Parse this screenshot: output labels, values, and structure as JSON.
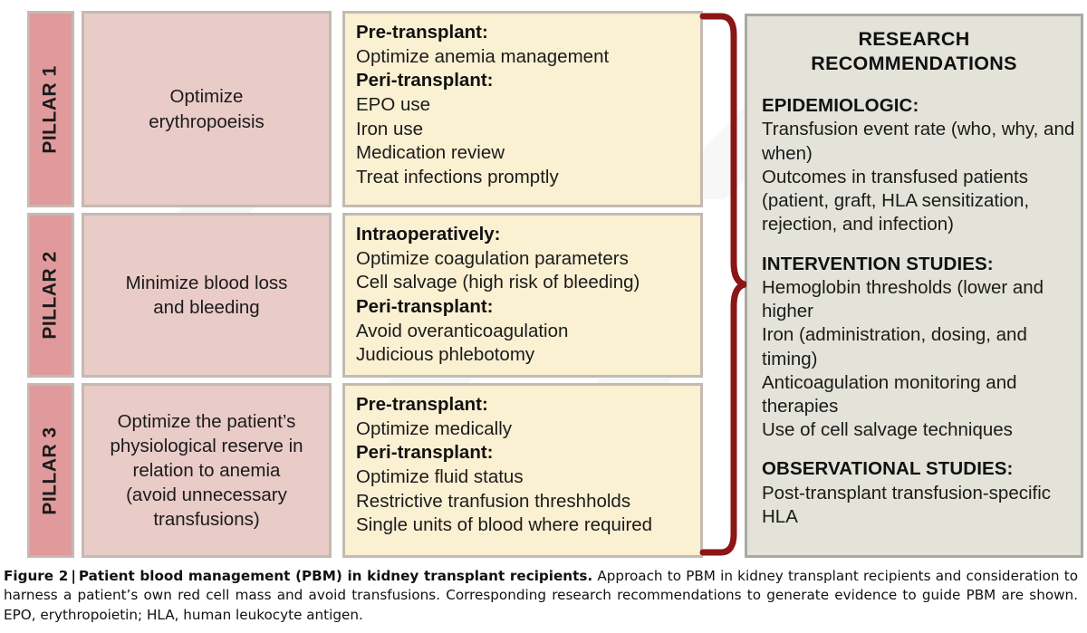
{
  "figure": {
    "pillars": [
      {
        "tab_label": "PILLAR 1",
        "summary": "Optimize\nerythropoeisis",
        "details": [
          {
            "type": "header",
            "text": "Pre-transplant:"
          },
          {
            "type": "item",
            "text": "Optimize anemia management"
          },
          {
            "type": "header",
            "text": "Peri-transplant:"
          },
          {
            "type": "item",
            "text": "EPO use"
          },
          {
            "type": "item",
            "text": "Iron use"
          },
          {
            "type": "item",
            "text": "Medication review"
          },
          {
            "type": "item",
            "text": "Treat infections promptly"
          }
        ]
      },
      {
        "tab_label": "PILLAR 2",
        "summary": "Minimize blood loss\nand bleeding",
        "details": [
          {
            "type": "header",
            "text": "Intraoperatively:"
          },
          {
            "type": "item",
            "text": "Optimize coagulation parameters"
          },
          {
            "type": "item",
            "text": "Cell salvage (high risk of bleeding)"
          },
          {
            "type": "header",
            "text": "Peri-transplant:"
          },
          {
            "type": "item",
            "text": "Avoid overanticoagulation"
          },
          {
            "type": "item",
            "text": "Judicious phlebotomy"
          }
        ]
      },
      {
        "tab_label": "PILLAR 3",
        "summary": "Optimize the patient’s\nphysiological reserve in\nrelation to anemia\n(avoid unnecessary\ntransfusions)",
        "details": [
          {
            "type": "header",
            "text": "Pre-transplant:"
          },
          {
            "type": "item",
            "text": "Optimize medically"
          },
          {
            "type": "header",
            "text": "Peri-transplant:"
          },
          {
            "type": "item",
            "text": "Optimize fluid status"
          },
          {
            "type": "item",
            "text": "Restrictive tranfusion threshholds"
          },
          {
            "type": "item",
            "text": "Single units of blood where required"
          }
        ]
      }
    ],
    "brace": {
      "name": "curly-brace",
      "color": "#8c1515"
    },
    "research": {
      "title": "RESEARCH\nRECOMMENDATIONS",
      "sections": [
        {
          "heading": "EPIDEMIOLOGIC:",
          "items": [
            "Transfusion event rate (who, why, and when)",
            "Outcomes in transfused patients (patient, graft, HLA sensitization, rejection, and infection)"
          ]
        },
        {
          "heading": "INTERVENTION STUDIES:",
          "items": [
            "Hemoglobin thresholds (lower and higher",
            "Iron (administration, dosing, and timing)",
            "Anticoagulation monitoring and therapies",
            "Use of cell salvage techniques"
          ]
        },
        {
          "heading": "OBSERVATIONAL STUDIES:",
          "items": [
            "Post-transplant transfusion-specific HLA"
          ]
        }
      ]
    }
  },
  "caption": {
    "label": "Figure 2 | ",
    "title": "Patient blood management (PBM) in kidney transplant recipients.",
    "body": " Approach to PBM in kidney transplant recipients and consideration to harness a patient’s own red cell mass and avoid transfusions. Corresponding research recommendations to generate evidence to guide PBM are shown. EPO, erythropoietin; HLA, human leukocyte antigen."
  },
  "colors": {
    "pillar_tab": "#e09a9c",
    "pink_box": "#e9cbc8",
    "cream_box": "#faf0d2",
    "research_panel": "#e3e3d9",
    "box_border": "#c3bab2",
    "panel_border": "#a9a9a1",
    "brace": "#8c1515"
  }
}
